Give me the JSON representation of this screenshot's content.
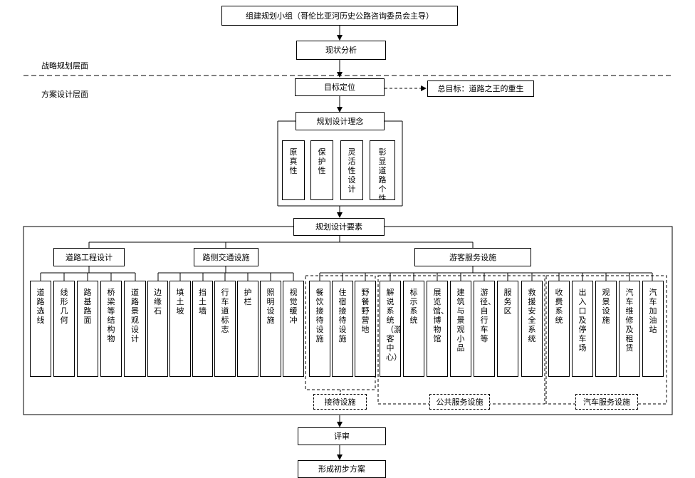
{
  "layers": {
    "strategic": "战略规划层面",
    "design": "方案设计层面"
  },
  "steps": {
    "group": "组建规划小组（哥伦比亚河历史公路咨询委员会主导）",
    "analysis": "现状分析",
    "target": "目标定位",
    "goal": "总目标：道路之王的重生",
    "concept": "规划设计理念",
    "elements": "规划设计要素",
    "review": "评审",
    "plan": "形成初步方案"
  },
  "concepts": [
    "原真性",
    "保护性",
    "灵活性设计",
    "彰显道路个性"
  ],
  "categories": {
    "road": "道路工程设计",
    "roadside": "路侧交通设施",
    "visitor": "游客服务设施"
  },
  "road_items": [
    "道路选线",
    "线形几何",
    "路基路面",
    "桥梁等结构物",
    "道路景观设计"
  ],
  "roadside_items": [
    "边缘石",
    "填土坡",
    "挡土墙",
    "行车道标志",
    "护栏",
    "照明设施",
    "视觉缓冲"
  ],
  "visitor_items": [
    "餐饮接待设施",
    "住宿接待设施",
    "野餐野营地",
    "解说系统（游客中心）",
    "标示系统",
    "展览馆、博物馆",
    "建筑与景观小品",
    "游径、自行车等",
    "服务区",
    "救援安全系统",
    "收费系统",
    "出入口及停车场",
    "观景设施",
    "汽车维修及租赁",
    "汽车加油站"
  ],
  "groups": {
    "reception": "接待设施",
    "public": "公共服务设施",
    "auto": "汽车服务设施"
  }
}
